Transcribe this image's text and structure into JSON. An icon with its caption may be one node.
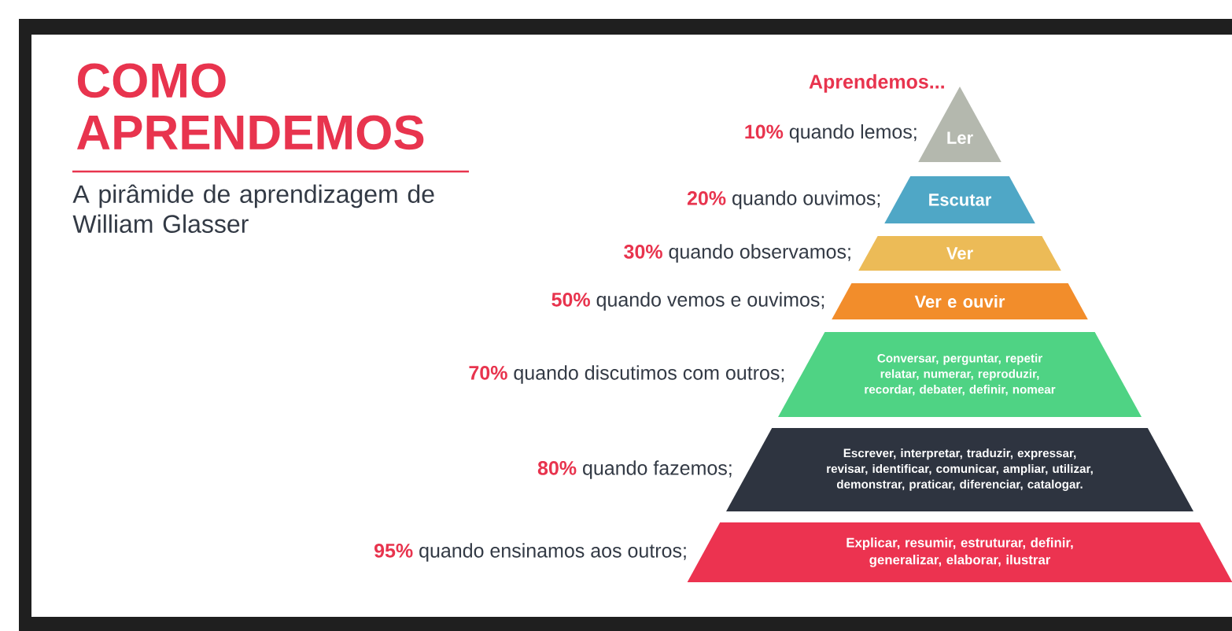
{
  "diagram": {
    "title": "COMO APRENDEMOS",
    "nodes": [
      {
        "text": [
          "Ler"
        ],
        "beside": [
          "10%",
          "quando lemos;"
        ]
      },
      {
        "text": [
          "Escutar"
        ],
        "beside": [
          "20%",
          "quando ouvimos;"
        ]
      },
      {
        "text": [
          "Ver"
        ],
        "beside": [
          "30%",
          "quando observamos;"
        ]
      },
      {
        "text": [
          "Ver e ouvir"
        ],
        "beside": [
          "50%",
          "quando vemos e ouvimos;"
        ]
      },
      {
        "text": [
          "Conversar, perguntar, repetir relatar, numerar, reproduzir, recordar, debater, definir, nomear"
        ],
        "beside": [
          "70%",
          "quando discutimos com outros;"
        ]
      },
      {
        "text": [
          "Escrever, interpretar, traduzir, expressar, revisar, identificar, comunicar, ampliar, utilizar, demonstrar, praticar, diferenciar, catalogar."
        ],
        "beside": [
          "80%",
          "quando fazemos;"
        ]
      },
      {
        "text": [
          "Explicar, resumir, estruturar, definir, generalizar, elaborar, ilustrar"
        ],
        "beside": [
          "95%",
          "quando ensinamos aos outros;"
        ]
      }
    ],
    "labels": [
      "A pirâmide de aprendizagem de William Glasser",
      "Aprendemos..."
    ]
  }
}
